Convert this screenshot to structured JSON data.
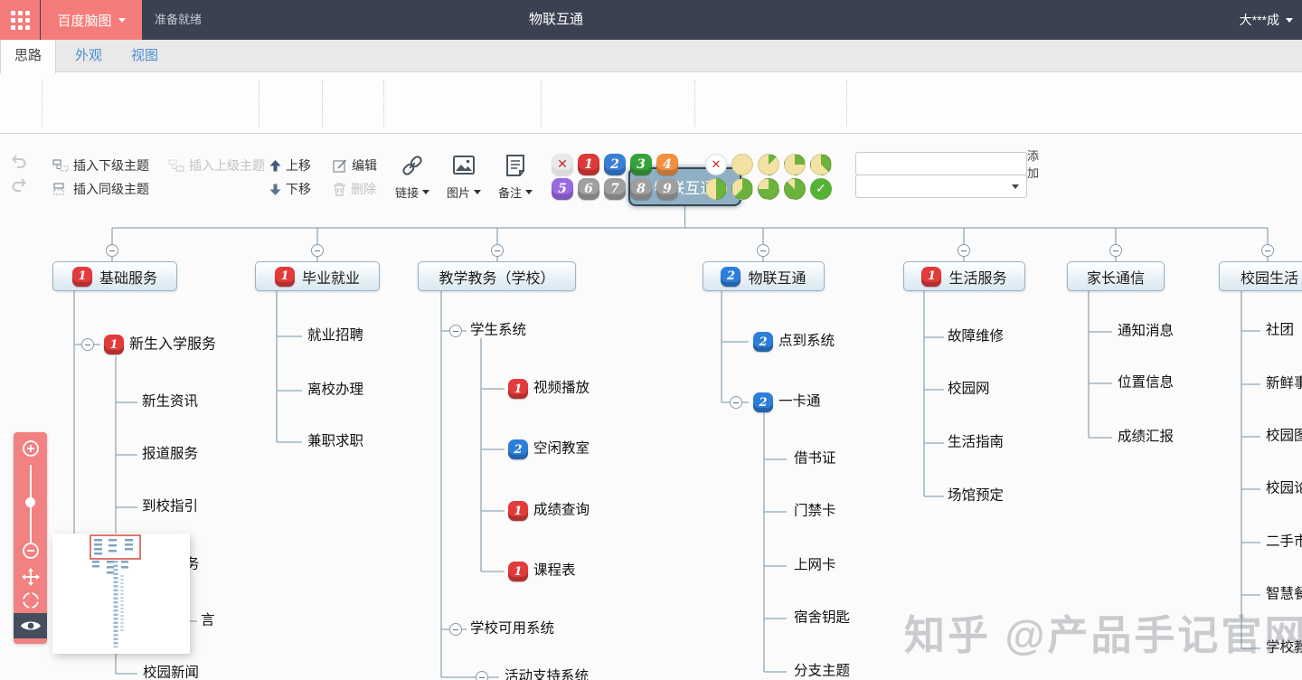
{
  "header": {
    "app_name": "百度脑图",
    "status": "准备就绪",
    "doc_title": "物联互通",
    "user": "大***成"
  },
  "tabs": {
    "idea": "思路",
    "appearance": "外观",
    "view": "视图"
  },
  "toolbar": {
    "insert_child": "插入下级主题",
    "insert_parent": "插入上级主题",
    "insert_sibling": "插入同级主题",
    "move_up": "上移",
    "move_down": "下移",
    "edit": "编辑",
    "delete": "删除",
    "link": "链接",
    "image": "图片",
    "note": "备注",
    "priority_labels": [
      "1",
      "2",
      "3",
      "4",
      "5",
      "6",
      "7",
      "8",
      "9"
    ],
    "remove_glyph": "✕",
    "done_glyph": "✓",
    "add_button": "添加"
  },
  "colors": {
    "brand_red": "#f47c7a",
    "header_dark": "#3a4150",
    "root_node_fill": "#8fb0c4",
    "badge_red": "#e23b3b",
    "badge_blue": "#2d7ed8",
    "progress_yellow": "#f3e2a4",
    "progress_green": "#6cb33e"
  },
  "icons": {
    "app_grid": "3x3-dot-grid",
    "undo": "curved-arrow-left",
    "redo": "curved-arrow-right",
    "zoom_in": "circle-plus",
    "zoom_out": "circle-minus",
    "pan": "four-way-arrows",
    "locate": "crosshair-circle",
    "overview_eye": "eye"
  },
  "mindmap": {
    "nodes": {
      "root": {
        "label": "物联互通"
      },
      "jcfw": {
        "label": "基础服务",
        "priority": "1"
      },
      "bysy": {
        "label": "毕业就业",
        "priority": "1"
      },
      "jxjw": {
        "label": "教学教务（学校）"
      },
      "wlht": {
        "label": "物联互通",
        "priority": "2"
      },
      "shfw": {
        "label": "生活服务",
        "priority": "1"
      },
      "jztx": {
        "label": "家长通信"
      },
      "xysh": {
        "label": "校园生活"
      },
      "xsrx": {
        "label": "新生入学服务",
        "priority": "1"
      },
      "xszx": {
        "label": "新生资讯"
      },
      "bdfw": {
        "label": "报道服务"
      },
      "dxzy": {
        "label": "到校指引"
      },
      "frag_wu": {
        "label": "务"
      },
      "frag_yan": {
        "label": "言"
      },
      "xyxw": {
        "label": "校园新闻"
      },
      "jyzp": {
        "label": "就业招聘"
      },
      "lxbl": {
        "label": "离校办理"
      },
      "jzqz": {
        "label": "兼职求职"
      },
      "xsxt": {
        "label": "学生系统"
      },
      "spbf": {
        "label": "视频播放",
        "priority": "1"
      },
      "kxjs": {
        "label": "空闲教室",
        "priority": "2"
      },
      "cjcx": {
        "label": "成绩查询",
        "priority": "1"
      },
      "kcb": {
        "label": "课程表",
        "priority": "1"
      },
      "xxky": {
        "label": "学校可用系统"
      },
      "hdzc": {
        "label": "活动支持系统"
      },
      "ddxt": {
        "label": "点到系统",
        "priority": "2"
      },
      "ykt": {
        "label": "一卡通",
        "priority": "2"
      },
      "jsz": {
        "label": "借书证"
      },
      "mjk": {
        "label": "门禁卡"
      },
      "swk": {
        "label": "上网卡"
      },
      "ssys": {
        "label": "宿舍钥匙"
      },
      "fzzt": {
        "label": "分支主题"
      },
      "gzwx": {
        "label": "故障维修"
      },
      "xyw": {
        "label": "校园网"
      },
      "shzn": {
        "label": "生活指南"
      },
      "cgyd": {
        "label": "场馆预定"
      },
      "tzxx": {
        "label": "通知消息"
      },
      "wzxx": {
        "label": "位置信息"
      },
      "cjhb": {
        "label": "成绩汇报"
      },
      "st": {
        "label": "社团"
      },
      "xxs": {
        "label": "新鲜事"
      },
      "xyt": {
        "label": "校园图"
      },
      "xyl": {
        "label": "校园论"
      },
      "ess": {
        "label": "二手市"
      },
      "zhc": {
        "label": "智慧餐"
      },
      "xxj": {
        "label": "学校教"
      }
    }
  },
  "watermark": "知乎 @产品手记官网"
}
